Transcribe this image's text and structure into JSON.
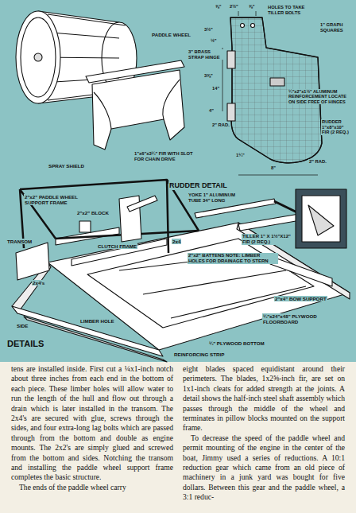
{
  "diagram": {
    "labels": [
      "PADDLE WHEEL",
      "SPRAY SHIELD",
      "1\"x6\"x3¼\" FIR WITH SLOT FOR CHAIN DRIVE",
      "2\"x2\" PADDLE WHEEL SUPPORT FRAME",
      "2\"x2\" BLOCK",
      "CLUTCH FRAME",
      "2x4",
      "2x4",
      "TRANSOM",
      "2x4's",
      "SIDE",
      "LIMBER HOLE",
      "2\"x4\" BOW SUPPORT",
      "¼\"x24\"x48\" PLYWOOD FLOORBOARD",
      "¼\" PLYWOOD BOTTOM",
      "REINFORCING STRIP",
      "DETAILS",
      "RUDDER DETAIL",
      "⅝\"",
      "2½\"",
      "⅝\"",
      "HOLES TO TAKE TILLER BOLTS",
      "1\" GRAPH SQUARES",
      "3½\"",
      "½\"",
      "3\" BRASS STRAP HINGE",
      "3⅝\"",
      "14\"",
      "4\"",
      "2\" RAD.",
      "¼\"x2\"x1½\" ALUMINUM REINFORCEMENT LOCATE ON SIDE FREE OF HINGES",
      "2\" RAD.",
      "8\"",
      "1¼\"",
      "RUDDER 1\"x8\"x10\" FIR (2 REQ.)",
      "YOKE 1\" ALUMINUM TUBE 34\" LONG",
      "TILLER 1\" X 1½\"X12\" FIR (2 REQ.)",
      "2\"x2\" BATTENS NOTE: LIMBER HOLES FOR DRAINAGE TO STERN",
      "tens are installed inside. First cut a ¼x1-inch notch about three inches from each end in the bottom of each piece. These limber holes will allow water to run the length of the hull and flow out through a drain which is later installed in the transom. The 2x4's are secured with glue, screws through the sides, and four extra-long lag bolts which are passed through from the bottom and double as engine mounts. The 2x2's are simply glued and screwed from the bottom and sides. Notching the transom and installing the paddle wheel support frame completes the basic structure.",
      "The ends of the paddle wheel carry",
      "eight blades spaced equidistant around their perimeters. The blades, 1x2⅝-inch fir, are set on 1x1-inch cleats for added strength at the joints. A detail shows the half-inch steel shaft assembly which passes through the middle of the wheel and terminates in pillow blocks mounted on the support frame.",
      "To decrease the speed of the paddle wheel and permit mounting of the engine in the center of the boat, Jimmy used a series of reductions. A 10:1 reduction gear which came from an old piece of machinery in a junk yard was bought for five dollars. Between this gear and the paddle wheel, a 3:1 reduc-"
    ]
  }
}
